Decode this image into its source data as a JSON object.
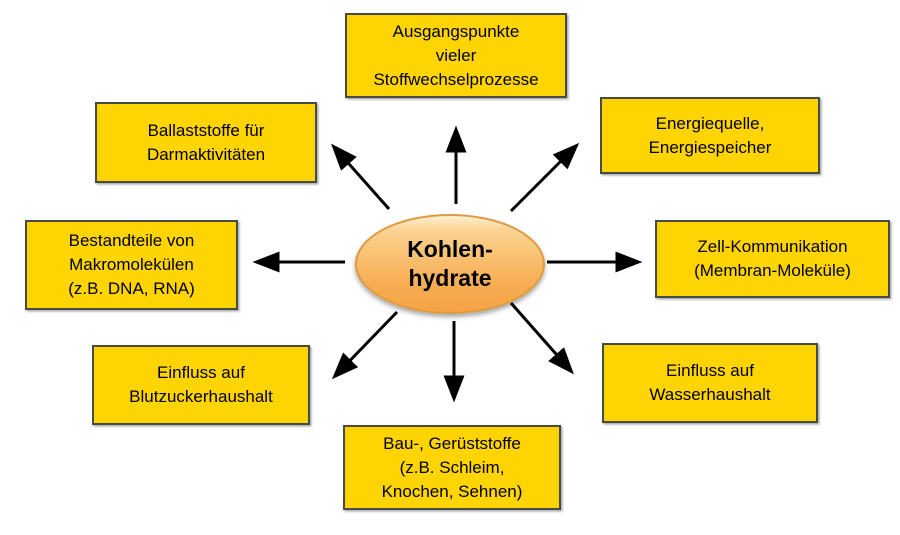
{
  "diagram": {
    "background_color": "#FFFFFF",
    "box_fill_color": "#FFD403",
    "box_border_color": "#4A4A44",
    "arrow_color": "#000000",
    "center": {
      "line1": "Kohlen-",
      "line2": "hydrate",
      "fill_top_color": "#FDF0D2",
      "fill_bottom_color": "#F5A445",
      "border_color": "#DE9A3E"
    },
    "nodes": {
      "top": {
        "line1": "Ausgangspunkte",
        "line2": "vieler",
        "line3": "Stoffwechselprozesse"
      },
      "top_right": {
        "line1": "Energiequelle,",
        "line2": "Energiespeicher"
      },
      "right": {
        "line1": "Zell-Kommunikation",
        "line2": "(Membran-Moleküle)"
      },
      "bottom_right": {
        "line1": "Einfluss auf",
        "line2": "Wasserhaushalt"
      },
      "bottom": {
        "line1": "Bau-, Gerüststoffe",
        "line2": "(z.B. Schleim,",
        "line3": "Knochen, Sehnen)"
      },
      "bottom_left": {
        "line1": "Einfluss auf",
        "line2": "Blutzuckerhaushalt"
      },
      "left": {
        "line1": "Bestandteile von",
        "line2": "Makromolekülen",
        "line3": "(z.B. DNA, RNA)"
      },
      "top_left": {
        "line1": "Ballaststoffe für",
        "line2": "Darmaktivitäten"
      }
    }
  }
}
